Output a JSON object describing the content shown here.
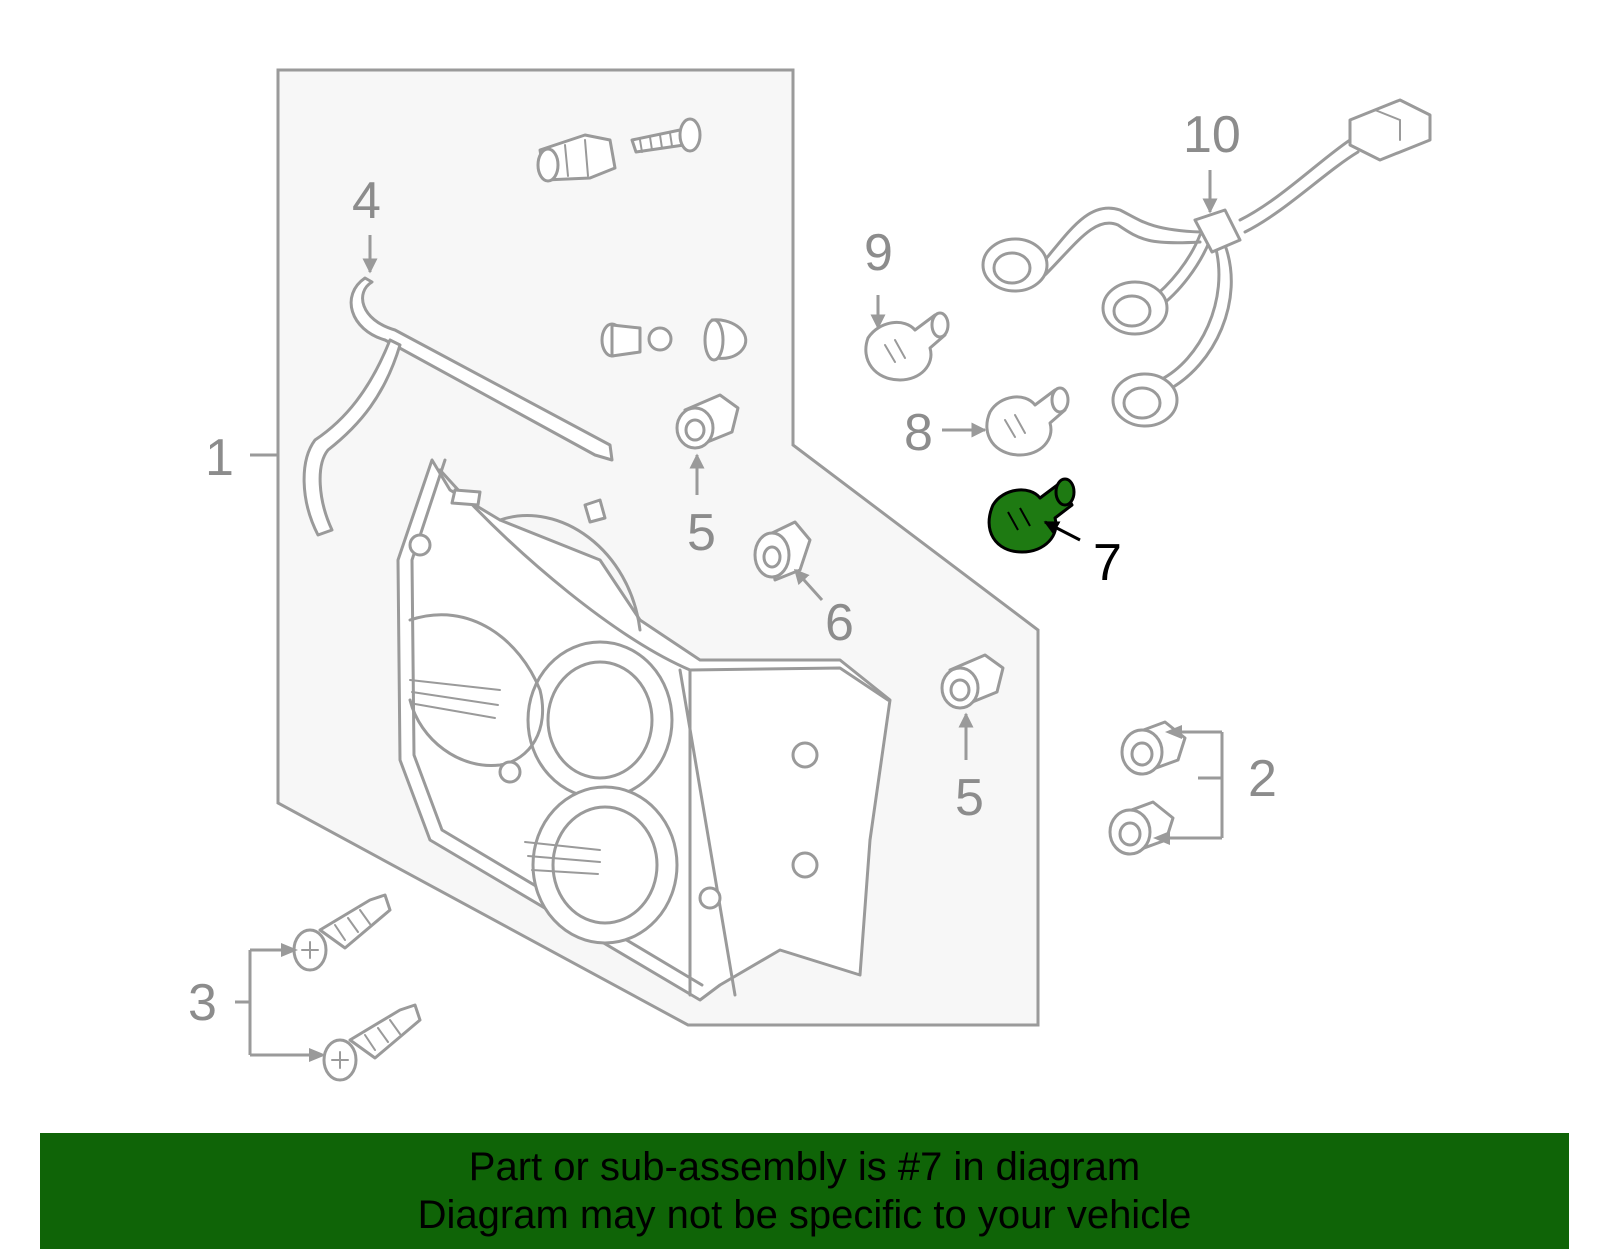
{
  "diagram": {
    "callouts": {
      "c1": "1",
      "c2": "2",
      "c3": "3",
      "c4": "4",
      "c5a": "5",
      "c5b": "5",
      "c6": "6",
      "c7": "7",
      "c8": "8",
      "c9": "9",
      "c10": "10"
    },
    "highlighted_part": "7",
    "highlight_color": "#1e7a12",
    "banner_color": "#0f6407"
  },
  "banner": {
    "line1": "Part or sub-assembly is #7 in diagram",
    "line2": "Diagram may not be specific to your vehicle"
  }
}
